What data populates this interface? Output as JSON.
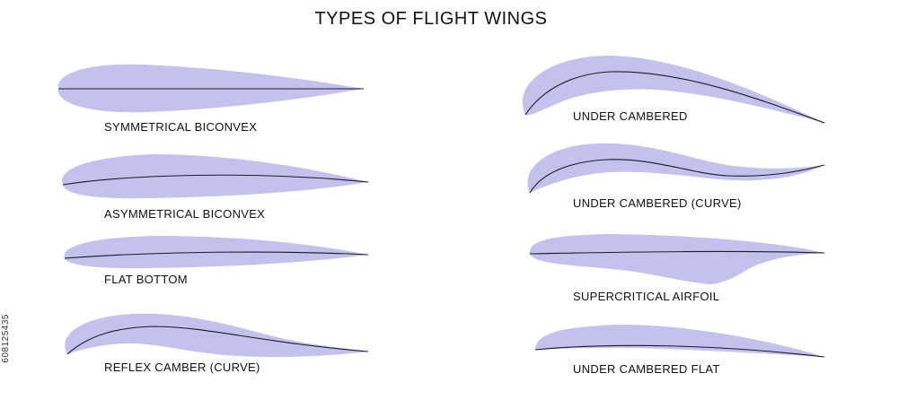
{
  "title": "TYPES OF FLIGHT WINGS",
  "side_code": "608125435",
  "colors": {
    "wing_fill": "#c4c1ec",
    "camber_line": "#1a1a2e",
    "text": "#111111"
  },
  "wings": [
    {
      "id": "symmetrical-biconvex",
      "label": "SYMMETRICAL BICONVEX"
    },
    {
      "id": "asymmetrical-biconvex",
      "label": "ASYMMETRICAL BICONVEX"
    },
    {
      "id": "flat-bottom",
      "label": "FLAT BOTTOM"
    },
    {
      "id": "reflex-camber-curve",
      "label": "REFLEX CAMBER (CURVE)"
    },
    {
      "id": "under-cambered",
      "label": "UNDER CAMBERED"
    },
    {
      "id": "under-cambered-curve",
      "label": "UNDER CAMBERED (CURVE)"
    },
    {
      "id": "supercritical-airfoil",
      "label": "SUPERCRITICAL AIRFOIL"
    },
    {
      "id": "under-cambered-flat",
      "label": "UNDER CAMBERED FLAT"
    }
  ]
}
